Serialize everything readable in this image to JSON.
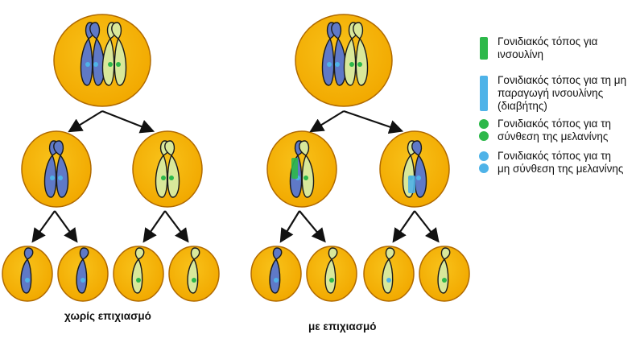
{
  "captions": {
    "without": "χωρίς επιχιασμό",
    "with": "με επιχιασμό"
  },
  "legend": [
    {
      "kind": "bar",
      "color": "#2db84a",
      "text": "Γονιδιακός τόπος για\nινσουλίνη"
    },
    {
      "kind": "bar",
      "color": "#4fb3e8",
      "text": "Γονιδιακός τόπος για τη μη\nπαραγωγή ινσουλίνης\n(διαβήτης)"
    },
    {
      "kind": "dots",
      "color": "#2db84a",
      "text": "Γονιδιακός τόπος για τη\nσύνθεση της μελανίνης"
    },
    {
      "kind": "dots",
      "color": "#4fb3e8",
      "text": "Γονιδιακός τόπος για τη\nμη σύνθεση της μελανίνης"
    }
  ],
  "colors": {
    "cell_fill": "#f6b400",
    "cell_stroke": "#b06a00",
    "chromatid_blue": "#5f79c7",
    "chromatid_light": "#d9e89a",
    "gene_green": "#2db84a",
    "gene_blue": "#4fb3e8",
    "arrow": "#111111"
  }
}
